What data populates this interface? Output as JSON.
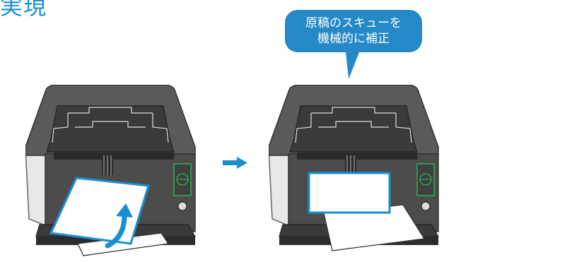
{
  "heading": "実現",
  "callout": {
    "line1": "原稿のスキューを",
    "line2": "機械的に補正"
  },
  "colors": {
    "accent": "#1a8fd0",
    "bubble": "#2489c6",
    "scanner_body": "#555555",
    "scanner_dark": "#3a3a3a",
    "panel_led": "#2bb24c"
  }
}
